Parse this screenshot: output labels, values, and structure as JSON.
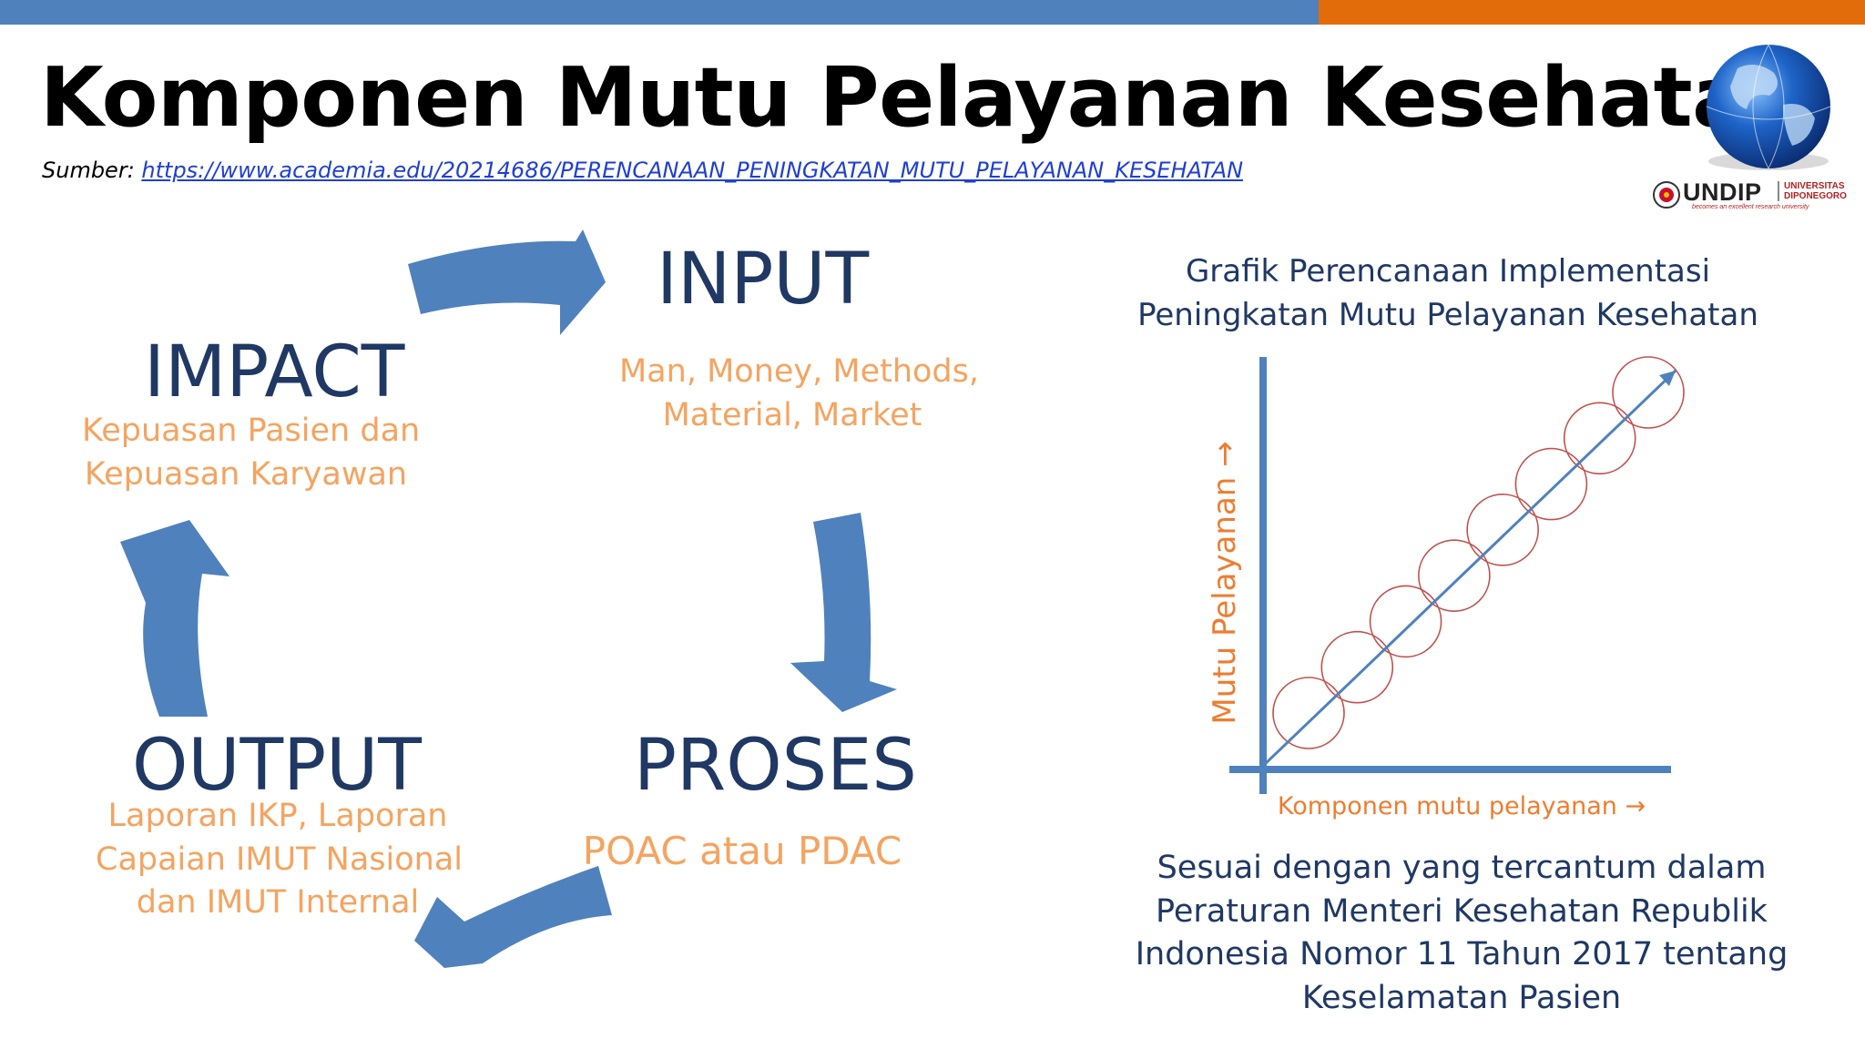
{
  "header": {
    "title": "Komponen Mutu Pelayanan Kesehatan",
    "source_prefix": "Sumber: ",
    "source_link": "https://www.academia.edu/20214686/PERENCANAAN_PENINGKATAN_MUTU_PELAYANAN_KESEHATAN",
    "bar_colors": [
      "#4f81bd",
      "#e36c0a"
    ]
  },
  "logo": {
    "brand": "UNDIP",
    "university_line1": "UNIVERSITAS",
    "university_line2": "DIPONEGORO",
    "tagline": "becomes an excellent research university",
    "icons": [
      "globe-icon",
      "seal-icon"
    ]
  },
  "cycle": {
    "input": {
      "title": "INPUT",
      "lines": [
        "Man, Money, Methods,",
        "Material, Market"
      ]
    },
    "proses": {
      "title": "PROSES",
      "lines": [
        "POAC atau PDAC"
      ]
    },
    "output": {
      "title": "OUTPUT",
      "lines": [
        "Laporan IKP, Laporan",
        "Capaian IMUT Nasional",
        "dan IMUT Internal"
      ]
    },
    "impact": {
      "title": "IMPACT",
      "lines": [
        "Kepuasan Pasien dan",
        "Kepuasan Karyawan"
      ]
    },
    "arrow_color": "#4f81bd",
    "title_color": "#1f3864",
    "text_color": "#f4a460"
  },
  "chart": {
    "title_lines": [
      "Grafik Perencanaan Implementasi",
      "Peningkatan Mutu Pelayanan Kesehatan"
    ],
    "xlabel": "Komponen mutu pelayanan →",
    "ylabel": "Mutu Pelayanan →",
    "axis_color": "#4f81bd",
    "label_color": "#ed7d31",
    "circle_color": "#c0504d",
    "circle_count": 8
  },
  "note": {
    "lines": [
      "Sesuai dengan yang tercantum dalam",
      "Peraturan Menteri Kesehatan Republik",
      "Indonesia Nomor 11 Tahun 2017 tentang",
      "Keselamatan Pasien"
    ]
  }
}
